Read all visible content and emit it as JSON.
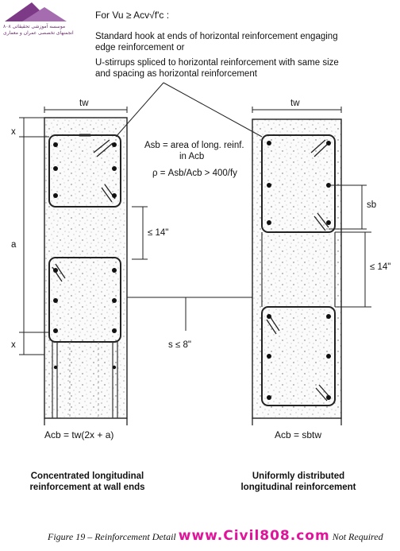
{
  "logo": {
    "line1": "موسسه آموزشی تحقیقاتی ۸۰۸",
    "line2": "انجمنهای تخصصی عمران و معماری"
  },
  "note": {
    "condition": "For Vu ≥ Acv√f'c :",
    "line1": "Standard hook at ends of horizontal reinforcement engaging",
    "line2": "edge reinforcement or",
    "line3": "U-stirrups spliced to horizontal reinforcement with same size",
    "line4": "and spacing as horizontal reinforcement"
  },
  "left": {
    "tw": "tw",
    "x_top": "x",
    "a": "a",
    "x_bottom": "x",
    "spacing": "≤ 14\"",
    "area": "Acb = tw(2x + a)",
    "desc1": "Concentrated longitudinal",
    "desc2": "reinforcement at wall ends"
  },
  "right": {
    "tw": "tw",
    "sb": "sb",
    "spacing": "≤ 14\"",
    "area": "Acb = sbtw",
    "desc1": "Uniformly distributed",
    "desc2": "longitudinal reinforcement"
  },
  "middle": {
    "asb_line1": "Asb = area of long. reinf.",
    "asb_line2": "in Acb",
    "rho": "ρ = Asb/Acb > 400/fy",
    "s": "s ≤ 8\""
  },
  "caption": {
    "start": "Figure 19 – Reinforcement Detail",
    "watermark": "www.Civil808.com",
    "end": "Not Required"
  }
}
